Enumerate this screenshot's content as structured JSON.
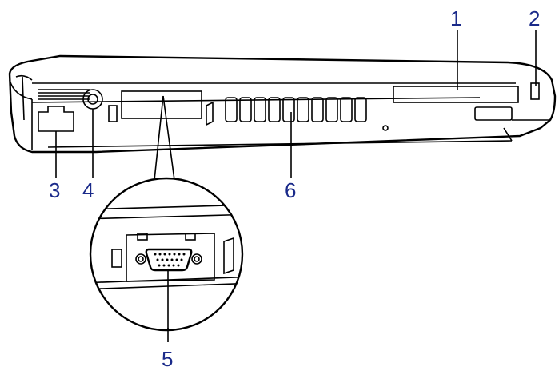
{
  "labels": {
    "card_slot": "1",
    "security_slot": "2",
    "lan_port": "3",
    "dc_in": "4",
    "display_port": "5",
    "vent": "6"
  },
  "colors": {
    "label": "#1a2a8a",
    "line": "#000000"
  }
}
